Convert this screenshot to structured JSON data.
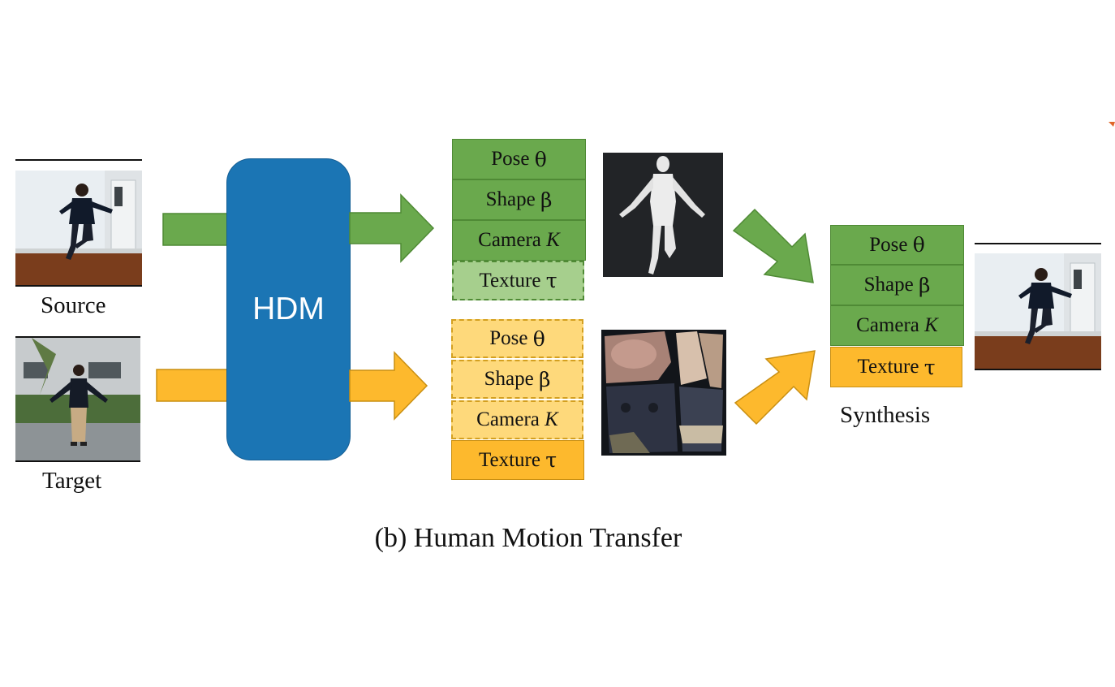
{
  "inputs": {
    "source_label": "Source",
    "target_label": "Target"
  },
  "model": {
    "label": "HDM"
  },
  "source_params": [
    {
      "name": "Pose",
      "symbol": "θ",
      "italic": false
    },
    {
      "name": "Shape",
      "symbol": "β",
      "italic": false
    },
    {
      "name": "Camera",
      "symbol": "K",
      "italic": true
    },
    {
      "name": "Texture",
      "symbol": "τ",
      "italic": false
    }
  ],
  "target_params": [
    {
      "name": "Pose",
      "symbol": "θ",
      "italic": false
    },
    {
      "name": "Shape",
      "symbol": "β",
      "italic": false
    },
    {
      "name": "Camera",
      "symbol": "K",
      "italic": true
    },
    {
      "name": "Texture",
      "symbol": "τ",
      "italic": false
    }
  ],
  "synthesis_params": [
    {
      "name": "Pose",
      "symbol": "θ",
      "italic": false
    },
    {
      "name": "Shape",
      "symbol": "β",
      "italic": false
    },
    {
      "name": "Camera",
      "symbol": "K",
      "italic": true
    },
    {
      "name": "Texture",
      "symbol": "τ",
      "italic": false
    }
  ],
  "synthesis": {
    "label": "Synthesis"
  },
  "caption": "(b) Human Motion Transfer",
  "colors": {
    "green": "#6aa94d",
    "green_light": "#a6cf8d",
    "yellow": "#fdb92d",
    "yellow_light": "#fed97b",
    "blue": "#1b75b4"
  }
}
